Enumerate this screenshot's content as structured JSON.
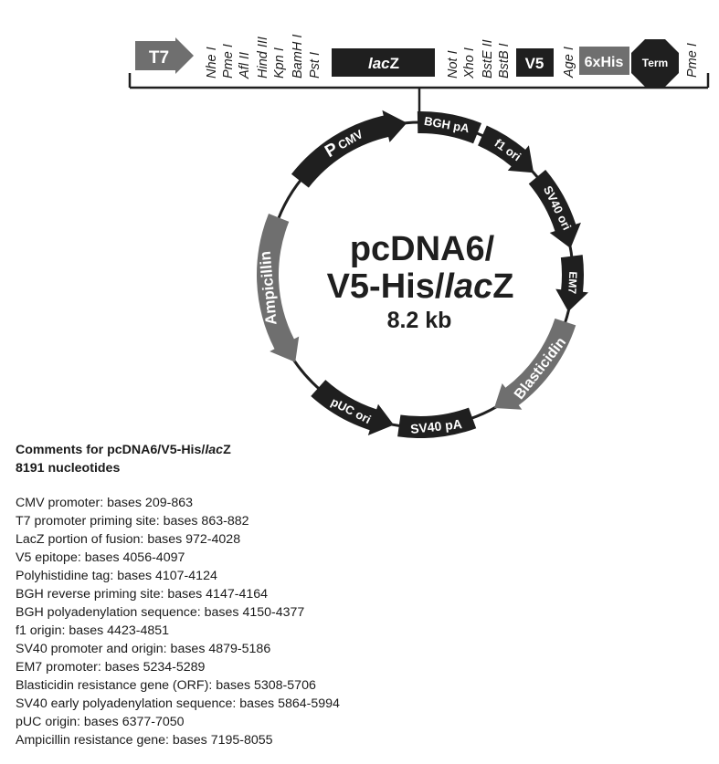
{
  "plasmid": {
    "name_line1": "pcDNA6/",
    "name_line2_prefix": "V5-His/",
    "name_line2_italic": "lac",
    "name_line2_suffix": "Z",
    "size": "8.2 kb"
  },
  "mcs": {
    "t7_label": "T7",
    "sites_left": [
      "Nhe I",
      "Pme I",
      "Afl II",
      "Hind III",
      "Kpn I",
      "BamH I",
      "Pst I"
    ],
    "lacz_italic": "lac",
    "lacz_suffix": "Z",
    "sites_mid": [
      "Not I",
      "Xho I",
      "BstE II",
      "BstB I"
    ],
    "v5_label": "V5",
    "age_site": "Age I",
    "his_label": "6xHis",
    "term_label": "Term",
    "pme_site": "Pme I"
  },
  "features": {
    "pcmv_p": "P",
    "pcmv_sub": "CMV",
    "bgh": "BGH pA",
    "f1": "f1 ori",
    "sv40ori": "SV40 ori",
    "em7": "EM7",
    "blasticidin": "Blasticidin",
    "sv40pa": "SV40 pA",
    "puc": "pUC ori",
    "ampicillin": "Ampicillin"
  },
  "colors": {
    "dark": "#1f1f1f",
    "gray": "#6f6f6f"
  },
  "comments": {
    "title_prefix": "Comments for pcDNA6/V5-His/",
    "title_italic": "lac",
    "title_suffix": "Z",
    "nucleotides": "8191  nucleotides",
    "items": [
      "CMV promoter:  bases 209-863",
      "T7 promoter priming site:  bases 863-882",
      "LacZ portion of fusion: bases 972-4028",
      "V5 epitope: bases 4056-4097",
      "Polyhistidine tag: bases 4107-4124",
      "BGH reverse priming site:  bases 4147-4164",
      "BGH polyadenylation sequence:  bases 4150-4377",
      "f1 origin:  bases  4423-4851",
      "SV40 promoter and origin:  bases 4879-5186",
      "EM7 promoter: bases 5234-5289",
      "Blasticidin resistance gene (ORF): bases  5308-5706",
      "SV40 early polyadenylation sequence: bases 5864-5994",
      "pUC origin:  bases  6377-7050",
      "Ampicillin resistance gene:  bases 7195-8055"
    ]
  }
}
